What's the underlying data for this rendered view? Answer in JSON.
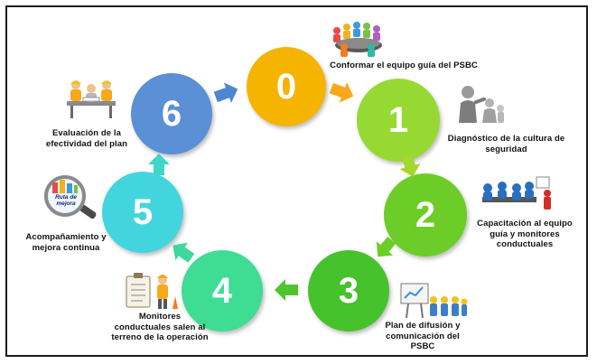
{
  "steps": [
    {
      "number": "0",
      "label": "Conformar el equipo guía del PSBC",
      "color": "#f5b400"
    },
    {
      "number": "1",
      "label": "Diagnóstico de la cultura de seguridad",
      "color": "#92d833"
    },
    {
      "number": "2",
      "label": "Capacitación al equipo guía y monitores conductuales",
      "color": "#66cc2a"
    },
    {
      "number": "3",
      "label": "Plan de difusión y comunicación del PSBC",
      "color": "#44c22c"
    },
    {
      "number": "4",
      "label": "Monitores conductuales salen al terreno de la operación",
      "color": "#3ddc93"
    },
    {
      "number": "5",
      "label": "Acompañamiento y mejora continua",
      "color": "#3fd6dc"
    },
    {
      "number": "6",
      "label": "Evaluación de la efectividad del plan",
      "color": "#5b8fd6"
    }
  ],
  "magnifier_text": "Ruta de mejora",
  "arrow_colors": {
    "orange": "#f7a81b",
    "lime": "#a4d82e",
    "green": "#4fc42c",
    "teal": "#3fd6a0",
    "blue": "#4e86d2"
  }
}
